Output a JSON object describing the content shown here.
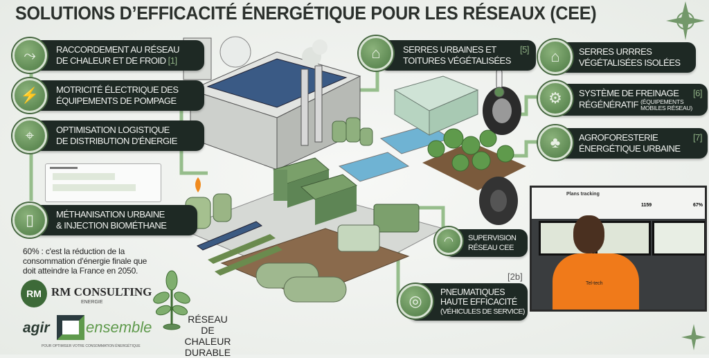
{
  "title": "SOLUTIONS D’EFFICACITÉ ÉNERGÉTIQUE POUR LES RÉSEAUX (CEE)",
  "left_items": [
    {
      "line1": "RACCORDEMENT AU RÉSEAU",
      "line2": "DE CHALEUR ET DE FROID",
      "ref": "[1]",
      "icon": "pipe-icon"
    },
    {
      "line1": "MOTRICITÉ ÉLECTRIQUE DES",
      "line2": "ÉQUIPEMENTS DE POMPAGE",
      "icon": "battery-icon"
    },
    {
      "line1": "OPTIMISATION LOGISTIQUE",
      "line2": "DE DISTRIBUTION D'ÉNERGIE",
      "icon": "route-icon"
    },
    {
      "line1": "MÉTHANISATION URBAINE",
      "line2": "& INJECTION BIOMÉTHANE",
      "icon": "gas-cylinder-icon"
    }
  ],
  "right_items": [
    {
      "line1": "SERRES URBAINES ET",
      "line2": "TOITURES VÉGÉTALISÉES",
      "ref": "[5]",
      "icon": "greenhouse-icon"
    },
    {
      "line1": "SERRES URRRES",
      "line2": "VÉGÉTALISÉES ISOLÉES",
      "icon": "house-thermometer-icon"
    },
    {
      "line1": "SYSTÈME DE FREINAGE",
      "line2": "RÉGÉNÉRATIF",
      "line2_small": "(ÉQUIPEMENTS MOBILES RÉSEAU)",
      "ref": "[6]",
      "icon": "wheel-icon"
    },
    {
      "line1": "AGROFORESTERIE",
      "line2": "ÉNERGÉTIQUE URBAINE",
      "ref": "[7]",
      "icon": "tree-icon"
    }
  ],
  "supervision": {
    "line1": "SUPERVISION",
    "line2": "RÉSEAU CEE",
    "icon": "gauge-icon"
  },
  "tires": {
    "ref": "[2b]",
    "line1": "PNEUMATIQUES",
    "line2": "HAUTE EFFICACITÉ",
    "line3": "(VÉHICULES DE SERVICE)",
    "icon": "tire-icon"
  },
  "note": "60% : c'est la réduction de la consommation d'énergie finale que doit atteindre la France en 2050.",
  "logo_rm": {
    "name": "RM CONSULTING",
    "sub": "ENERGIE"
  },
  "logo_agir": {
    "left": "agir",
    "right": "ensemble",
    "tagline": "POUR OPTIMISER VOTRE CONSOMMATION ÉNERGÉTIQUE"
  },
  "reseau_label": {
    "l1": "RÉSEAU",
    "l2": "DE CHALEUR",
    "l3": "DURABLE"
  },
  "dashboard": {
    "title": "Plans tracking",
    "stat1": "1159",
    "stat2": "67%"
  },
  "shirt_text": "Tel-tech",
  "colors": {
    "pill": "#1e2924",
    "accent": "#5f8a55",
    "pipe": "#7fae74"
  }
}
